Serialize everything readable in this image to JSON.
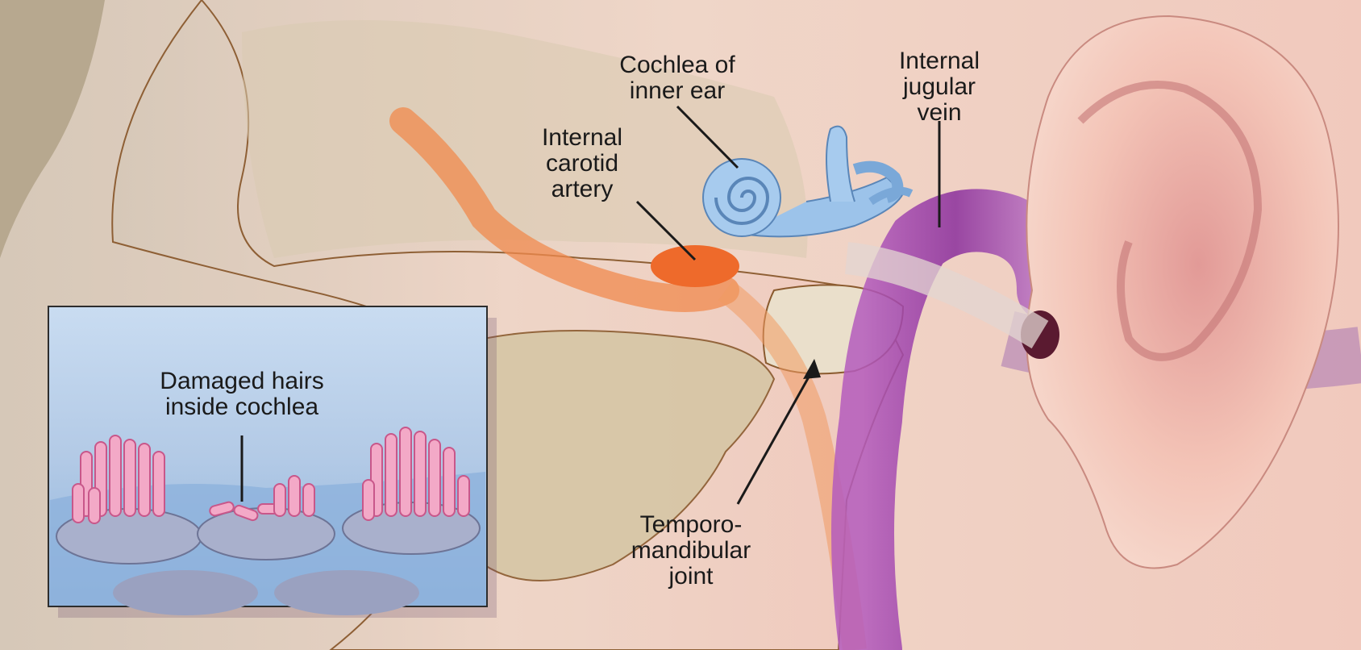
{
  "labels": {
    "cochlea_line1": "Cochlea of",
    "cochlea_line2": "inner ear",
    "jugular_line1": "Internal",
    "jugular_line2": "jugular",
    "jugular_line3": "vein",
    "carotid_line1": "Internal",
    "carotid_line2": "carotid",
    "carotid_line3": "artery",
    "damaged_line1": "Damaged hairs",
    "damaged_line2": "inside cochlea",
    "tmj_line1": "Temporo-",
    "tmj_line2": "mandibular",
    "tmj_line3": "joint"
  },
  "colors": {
    "skin": "#f0cfc3",
    "bone": "#e9dcc3",
    "artery": "#f08a4e",
    "vein": "#9a3fa6",
    "cochlea": "#9cc3ea",
    "inset_bg": "#bcd2ec",
    "hair_cells": "#f3a9c7"
  }
}
